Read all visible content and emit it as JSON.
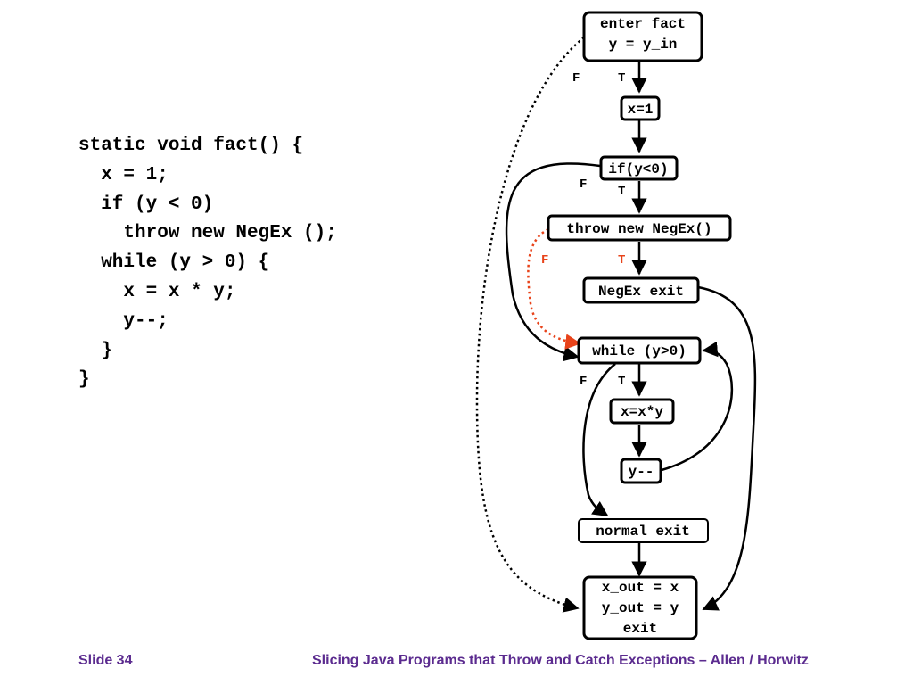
{
  "code": {
    "lines": [
      "static void fact() {",
      "  x = 1;",
      "  if (y < 0)",
      "    throw new NegEx ();",
      "  while (y > 0) {",
      "    x = x * y;",
      "    y--;",
      "  }",
      "}"
    ]
  },
  "diagram": {
    "nodes": {
      "enter": [
        "enter fact",
        "y = y_in"
      ],
      "x1": [
        "x=1"
      ],
      "ifnode": [
        "if(y<0)"
      ],
      "throw": [
        "throw new NegEx()"
      ],
      "negex_exit": [
        "NegEx exit"
      ],
      "while": [
        "while (y>0)"
      ],
      "xxy": [
        "x=x*y"
      ],
      "ydec": [
        "y--"
      ],
      "normal_exit": [
        "normal exit"
      ],
      "exit": [
        "x_out = x",
        "y_out = y",
        "exit"
      ]
    },
    "labels": {
      "enter_f": "F",
      "enter_t": "T",
      "if_f": "F",
      "if_t": "T",
      "throw_f": "F",
      "throw_t": "T",
      "while_f": "F",
      "while_t": "T"
    },
    "colors": {
      "highlight": "#e8431a",
      "footer": "#5b2b8f"
    }
  },
  "footer": {
    "slide": "Slide 34",
    "title": "Slicing Java Programs that Throw and Catch Exceptions – Allen / Horwitz"
  }
}
